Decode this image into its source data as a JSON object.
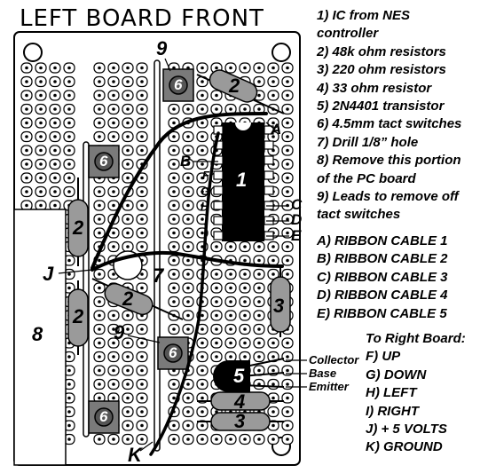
{
  "title": "LEFT BOARD FRONT",
  "legend": {
    "items": [
      "1) IC from NES",
      "controller",
      "2) 48k ohm resistors",
      "3) 220 ohm resistors",
      "4) 33 ohm resistor",
      "5) 2N4401 transistor",
      "6) 4.5mm tact switches",
      "7) Drill 1/8” hole",
      "8) Remove this portion",
      "of the PC board",
      "9) Leads to remove off",
      "tact switches"
    ],
    "cables": [
      "A) RIBBON CABLE 1",
      "B) RIBBON CABLE 2",
      "C) RIBBON CABLE 3",
      "D) RIBBON CABLE 4",
      "E) RIBBON CABLE 5"
    ],
    "right_board_heading": "To Right Board:",
    "right_board": [
      "F) UP",
      "G) DOWN",
      "H) LEFT",
      "I) RIGHT",
      "J) + 5 VOLTS",
      "K) GROUND"
    ]
  },
  "labels": {
    "l9a": "9",
    "l9b": "9",
    "l6a": "6",
    "l6b": "6",
    "l6c": "6",
    "l6d": "6",
    "l2a": "2",
    "l2b": "2",
    "l2c": "2",
    "l2d": "2",
    "l1": "1",
    "l3a": "3",
    "l3b": "3",
    "l4": "4",
    "l5": "5",
    "l7": "7",
    "l8": "8",
    "A": "A",
    "B": "B",
    "C": "C",
    "D": "D",
    "E": "E",
    "F": "F",
    "G": "G",
    "H": "H",
    "I": "I",
    "J": "J",
    "K": "K",
    "collector": "Collector",
    "base": "Base",
    "emitter": "Emitter"
  },
  "colors": {
    "component": "#9a9a9a",
    "switch": "#7a7a7a",
    "ic": "#000000",
    "line": "#000000",
    "board": "#ffffff"
  }
}
